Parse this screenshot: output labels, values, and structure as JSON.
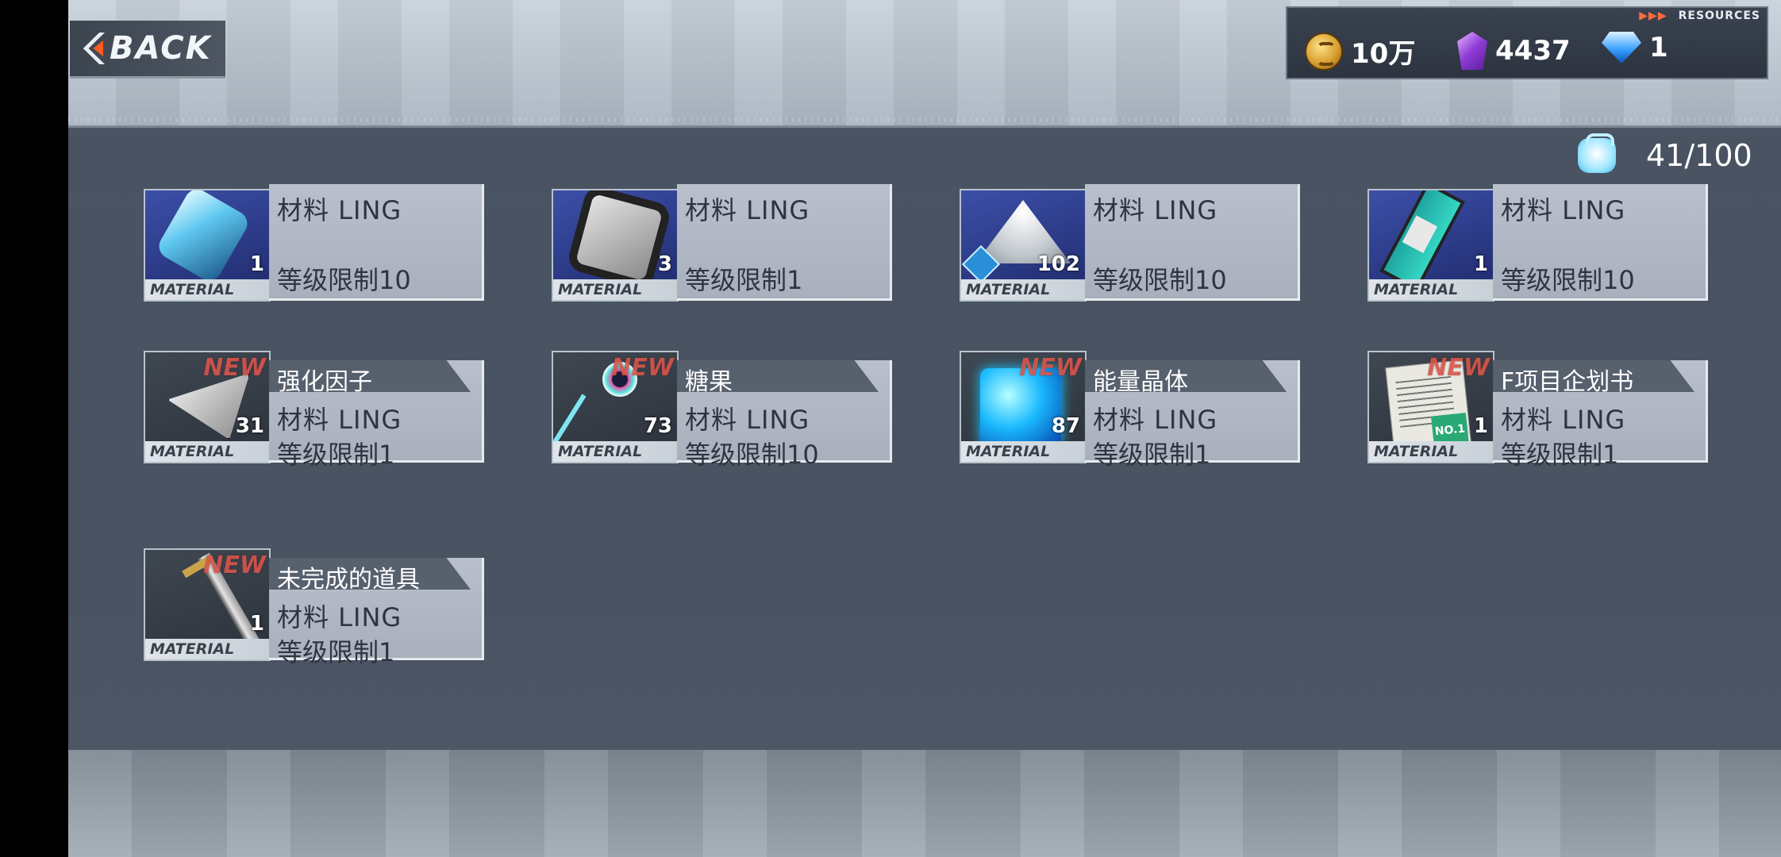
{
  "header": {
    "back_label": "BACK",
    "resources_label": "RESOURCES",
    "resources_arrows": "▶▶▶"
  },
  "resources": [
    {
      "icon": "gold-coin-icon",
      "value": "10万"
    },
    {
      "icon": "purple-crystal-icon",
      "value": "4437"
    },
    {
      "icon": "blue-diamond-icon",
      "value": "1"
    }
  ],
  "inventory": {
    "capacity": "41/100"
  },
  "common": {
    "material_label": "MATERIAL",
    "new_label": "NEW"
  },
  "items": [
    {
      "name": "",
      "subtype": "材料  LING",
      "level": "等级限制10",
      "count": "1",
      "new": false,
      "art": "tube"
    },
    {
      "name": "",
      "subtype": "材料  LING",
      "level": "等级限制1",
      "count": "3",
      "new": false,
      "art": "cube"
    },
    {
      "name": "",
      "subtype": "材料  LING",
      "level": "等级限制10",
      "count": "102",
      "new": false,
      "art": "pile"
    },
    {
      "name": "",
      "subtype": "材料  LING",
      "level": "等级限制10",
      "count": "1",
      "new": false,
      "art": "bar"
    },
    {
      "name": "强化因子",
      "subtype": "材料  LING",
      "level": "等级限制1",
      "count": "31",
      "new": true,
      "art": "prism"
    },
    {
      "name": "糖果",
      "subtype": "材料  LING",
      "level": "等级限制10",
      "count": "73",
      "new": true,
      "art": "lolly"
    },
    {
      "name": "能量晶体",
      "subtype": "材料  LING",
      "level": "等级限制1",
      "count": "87",
      "new": true,
      "art": "glowcube"
    },
    {
      "name": "F项目企划书",
      "subtype": "材料  LING",
      "level": "等级限制1",
      "count": "1",
      "new": true,
      "art": "paper"
    },
    {
      "name": "未完成的道具",
      "subtype": "材料  LING",
      "level": "等级限制1",
      "count": "1",
      "new": true,
      "art": "sword"
    }
  ]
}
